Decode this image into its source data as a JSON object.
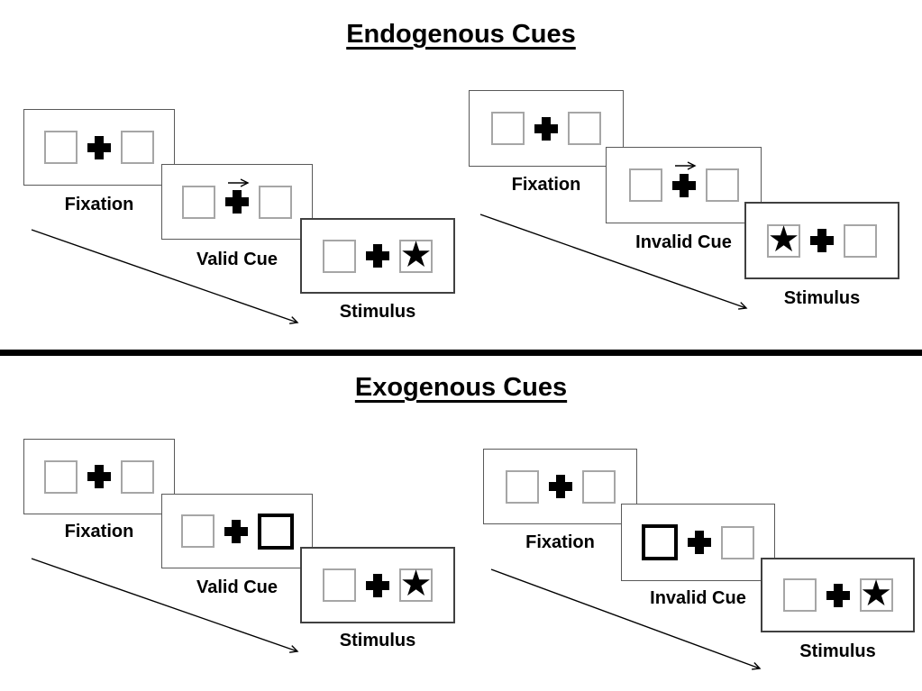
{
  "diagram": {
    "description": "Posner spatial cueing task trial sequences",
    "divider_color": "#000000"
  },
  "icons": {
    "star": "★"
  },
  "colors": {
    "ink": "#000000",
    "panel_border": "#595959",
    "stimulus_panel_border": "#404040",
    "box_border": "#a6a6a6",
    "cue_box_border": "#000000"
  },
  "sections": [
    {
      "title": "Endogenous Cues",
      "sequences": [
        {
          "name": "valid-trial",
          "frames": [
            {
              "label": "Fixation",
              "cue": "none",
              "star": "none"
            },
            {
              "label": "Valid Cue",
              "cue": "arrow-right",
              "star": "none"
            },
            {
              "label": "Stimulus",
              "cue": "none",
              "star": "right"
            }
          ]
        },
        {
          "name": "invalid-trial",
          "frames": [
            {
              "label": "Fixation",
              "cue": "none",
              "star": "none"
            },
            {
              "label": "Invalid Cue",
              "cue": "arrow-right",
              "star": "none"
            },
            {
              "label": "Stimulus",
              "cue": "none",
              "star": "left"
            }
          ]
        }
      ]
    },
    {
      "title": "Exogenous Cues",
      "sequences": [
        {
          "name": "valid-trial",
          "frames": [
            {
              "label": "Fixation",
              "cue": "none",
              "star": "none"
            },
            {
              "label": "Valid Cue",
              "cue": "thick-right-box",
              "star": "none"
            },
            {
              "label": "Stimulus",
              "cue": "none",
              "star": "right"
            }
          ]
        },
        {
          "name": "invalid-trial",
          "frames": [
            {
              "label": "Fixation",
              "cue": "none",
              "star": "none"
            },
            {
              "label": "Invalid Cue",
              "cue": "thick-left-box",
              "star": "none"
            },
            {
              "label": "Stimulus",
              "cue": "none",
              "star": "right"
            }
          ]
        }
      ]
    }
  ]
}
